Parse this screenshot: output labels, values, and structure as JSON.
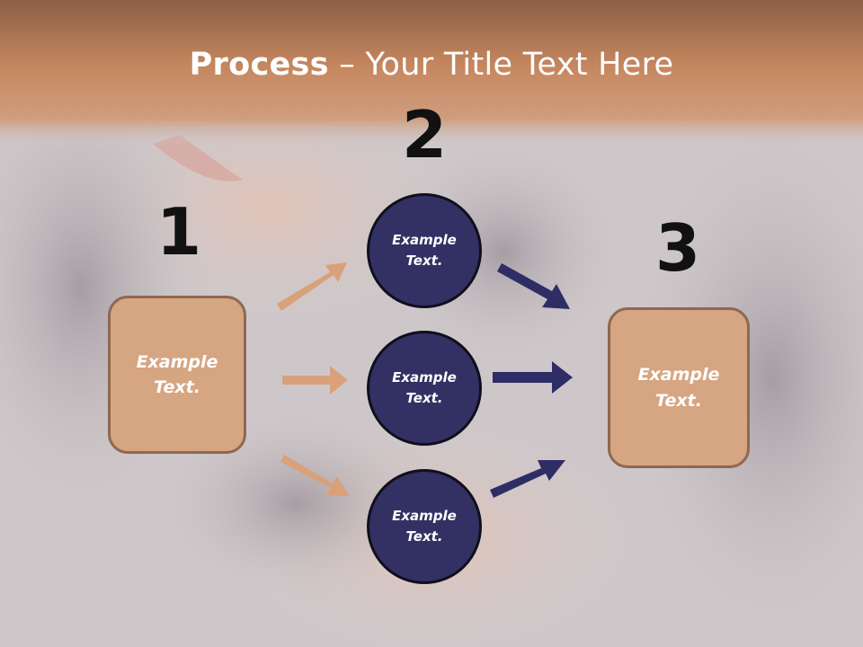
{
  "title": {
    "bold": "Process",
    "rest": " – Your Title Text Here"
  },
  "steps": [
    {
      "number": "1",
      "text": "Example Text."
    },
    {
      "number": "2",
      "circles": [
        "Example Text.",
        "Example Text.",
        "Example Text."
      ]
    },
    {
      "number": "3",
      "text": "Example Text."
    }
  ],
  "colors": {
    "header_band": "#c68a63",
    "box_fill": "#d6a582",
    "box_border": "#8e6850",
    "circle_fill": "#333163",
    "circle_border": "#0f0f1c",
    "arrow_left": "#d9a17a",
    "arrow_right": "#2e2d66"
  },
  "background": {
    "description_icon": "photo-background-icon"
  }
}
